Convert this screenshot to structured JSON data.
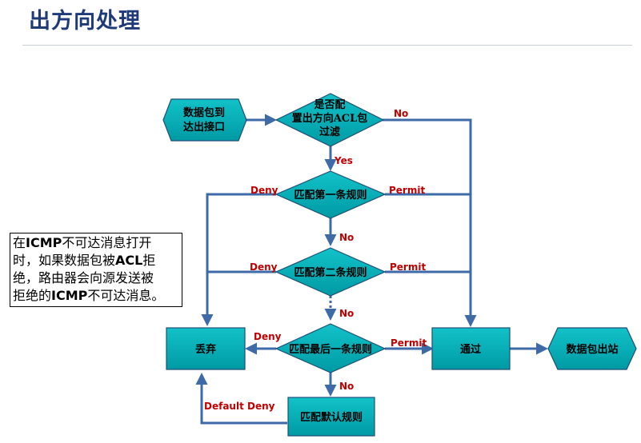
{
  "title": "出方向处理",
  "note": {
    "lines": [
      [
        {
          "t": "在"
        },
        {
          "t": "ICMP",
          "b": true
        },
        {
          "t": "不可达消息打开"
        }
      ],
      [
        {
          "t": "时，如果数据包被"
        },
        {
          "t": "ACL",
          "b": true
        },
        {
          "t": "拒"
        }
      ],
      [
        {
          "t": "绝，路由器会向源发送被"
        }
      ],
      [
        {
          "t": "拒绝的"
        },
        {
          "t": "ICMP",
          "b": true
        },
        {
          "t": "不可达消息。"
        }
      ]
    ]
  },
  "nodes": {
    "start": "数据包到\n达出接口",
    "decision_acl": "是否配\n置出方向ACL包\n过滤",
    "rule1": "匹配第一条规则",
    "rule2": "匹配第二条规则",
    "rule_last": "匹配最后一条规则",
    "default_rule": "匹配默认规则",
    "discard": "丢弃",
    "pass": "通过",
    "exit": "数据包出站"
  },
  "edges": {
    "no_top": "No",
    "yes": "Yes",
    "deny1": "Deny",
    "permit1": "Permit",
    "no1": "No",
    "deny2": "Deny",
    "permit2": "Permit",
    "no2": "No",
    "deny_last": "Deny",
    "permit_last": "Permit",
    "no_last": "No",
    "default_deny": "Default Deny"
  },
  "colors": {
    "title": "#1F3A78",
    "node_fill": "#00B0B8",
    "node_stroke": "#1F4E79",
    "edge": "#3E6AA8",
    "edge_label": "#C00000"
  }
}
